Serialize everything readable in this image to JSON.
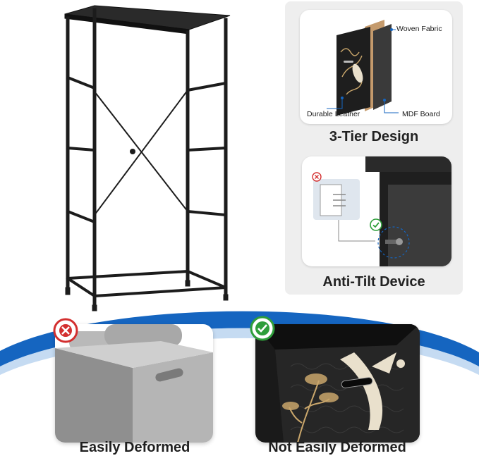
{
  "features": {
    "three_tier": {
      "title": "3-Tier Design",
      "callouts": {
        "woven_fabric": "Woven Fabric",
        "durable_leather": "Durable Leather",
        "mdf_board": "MDF Board"
      }
    },
    "anti_tilt": {
      "title": "Anti-Tilt Device"
    }
  },
  "comparison": {
    "bad": {
      "caption": "Easily Deformed",
      "mark": "cross-icon",
      "color": "#d32f2f"
    },
    "good": {
      "caption": "Not Easily Deformed",
      "mark": "check-icon",
      "color": "#2e9e3a"
    }
  },
  "colors": {
    "frame": "#1c1c1c",
    "accent_wave": "#1565c0",
    "panel_bg": "#eeeeee",
    "drawer_pattern": "#262626",
    "gold": "#c9a66b"
  }
}
